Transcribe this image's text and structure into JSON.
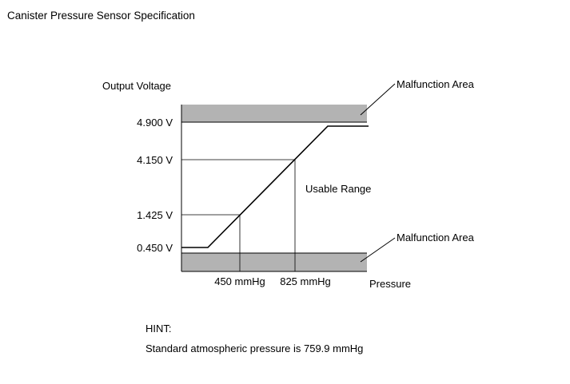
{
  "title": "Canister Pressure Sensor Specification",
  "diagram": {
    "y_axis_label": "Output Voltage",
    "x_axis_label": "Pressure",
    "y_ticks": [
      {
        "label": "4.900 V",
        "value": 4.9
      },
      {
        "label": "4.150 V",
        "value": 4.15
      },
      {
        "label": "1.425 V",
        "value": 1.425
      },
      {
        "label": "0.450 V",
        "value": 0.45
      }
    ],
    "x_ticks": [
      {
        "label": "450 mmHg",
        "value": 450
      },
      {
        "label": "825 mmHg",
        "value": 825
      }
    ],
    "usable_range_label": "Usable Range",
    "malfunction_top_label": "Malfunction Area",
    "malfunction_bottom_label": "Malfunction Area",
    "band_color": "#b3b3b3"
  },
  "hint": {
    "title": "HINT:",
    "text": "Standard atmospheric pressure is 759.9 mmHg"
  }
}
